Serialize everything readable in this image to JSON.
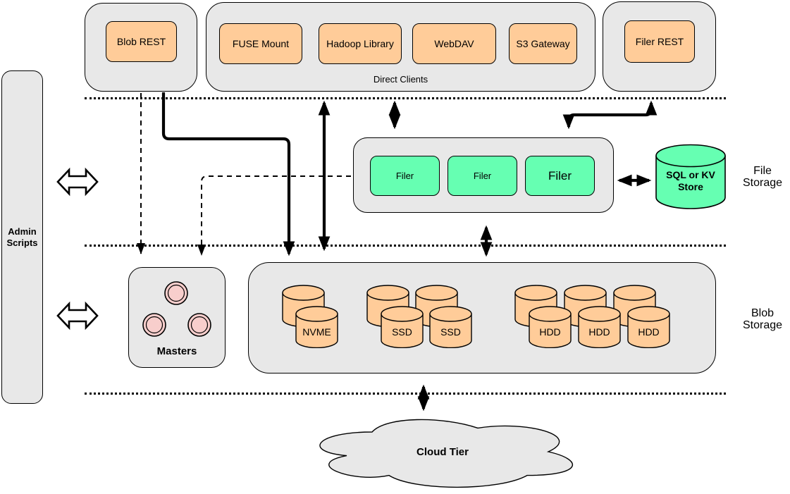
{
  "colors": {
    "gray": "#E8E8E8",
    "orange": "#FFCC99",
    "green": "#66FFB2",
    "pink": "#F8CECC",
    "ink": "#000000"
  },
  "admin": {
    "label": "Admin Scripts"
  },
  "top": {
    "blob_rest": "Blob REST",
    "direct_clients": {
      "label": "Direct Clients",
      "items": [
        "FUSE Mount",
        "Hadoop Library",
        "WebDAV",
        "S3 Gateway"
      ]
    },
    "filer_rest": "Filer REST"
  },
  "file_storage": {
    "filers": [
      "Filer",
      "Filer",
      "Filer"
    ],
    "store": "SQL or KV Store",
    "tier_label": "File Storage"
  },
  "masters": {
    "label": "Masters"
  },
  "blob_storage": {
    "tier_label": "Blob Storage",
    "nvme": [
      "NVME"
    ],
    "ssd": [
      "SSD",
      "SSD"
    ],
    "hdd": [
      "HDD",
      "HDD",
      "HDD"
    ]
  },
  "cloud": {
    "label": "Cloud Tier"
  }
}
